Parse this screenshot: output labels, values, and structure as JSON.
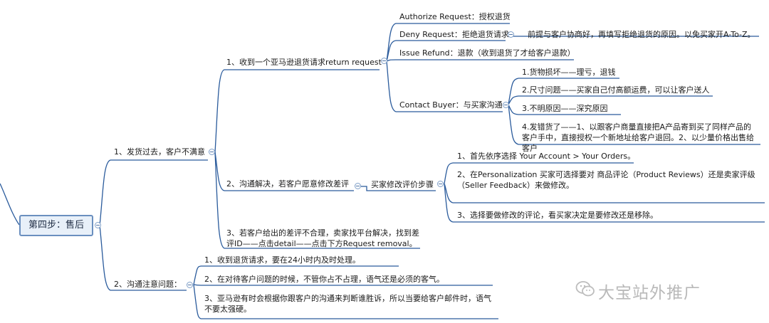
{
  "root": {
    "label": "第四步：售后"
  },
  "branch1": {
    "label": "1、发货过去，客户不满意",
    "sub1": {
      "label": "1、收到一个亚马逊退货请求return request",
      "items": [
        {
          "label": "Authorize Request：授权退货"
        },
        {
          "label": "Deny Request：拒绝退货请求",
          "note": "前提与客户协商好，再填写拒绝退货的原因。以免买家开A-To-Z。"
        },
        {
          "label": "Issue Refund：退款（收到退货了才给客户退款）"
        },
        {
          "label": "Contact Buyer：与买家沟通",
          "notes": [
            "1.货物损坏——理亏，退钱",
            "2.尺寸问题——买家自己付高额运费，可以让客户送人",
            "3.不明原因——深究原因",
            "4.发错货了——1、以跟客户商量直接把A产品寄到买了同样产品的客户手中，直接授权一个新地址给客户退回。2、以少量价格出售给客户"
          ]
        }
      ]
    },
    "sub2": {
      "label": "2、沟通解决，若客户愿意修改差评",
      "step": "买家修改评价步骤",
      "items": [
        "1、首先依序选择 Your Account > Your Orders。",
        "2、在Personalization 买家可选择要对 商品评论（Product Reviews）还是卖家评级（Seller Feedback）来做修改。",
        "3、选择要做修改的评论，看买家决定是要修改还是移除。"
      ]
    },
    "sub3": {
      "label": "3、若客户给出的差评不合理，卖家找平台解决，找到差评ID——点击detail——点击下方Request removal。"
    }
  },
  "branch2": {
    "label": "2、沟通注意问题：",
    "items": [
      "1、收到退货请求，要在24小时内及时处理。",
      "2、在对待客户问题的时候，不管你占不占理，语气还是必须的客气。",
      "3、亚马逊有时会根据你跟客户的沟通来判断谁胜诉，所以当要给客户邮件时，语气不要太强硬。"
    ]
  },
  "watermark": {
    "text": "大宝站外推广"
  },
  "colors": {
    "line": "#2a5b9c",
    "underline": "#3b6fb4",
    "root_fill": "#e8f0f9",
    "root_border": "#6a8fbf"
  }
}
